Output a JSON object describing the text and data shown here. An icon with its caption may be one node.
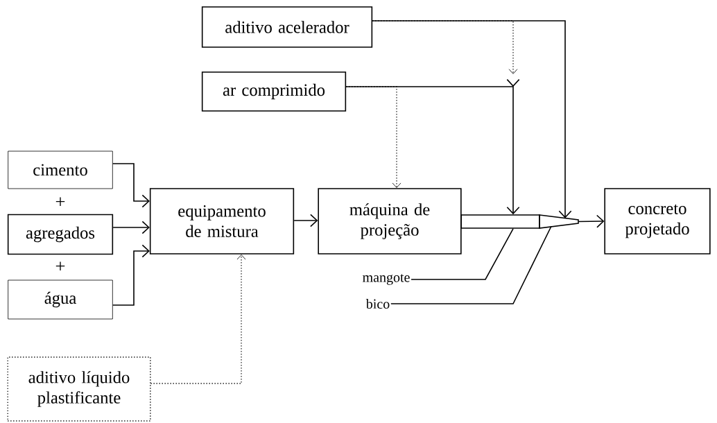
{
  "diagram": {
    "nodes": [
      {
        "text": [
          "aditivo acelerador"
        ]
      },
      {
        "text": [
          "ar comprimido"
        ]
      },
      {
        "text": [
          "cimento"
        ]
      },
      {
        "text": [
          "agregados"
        ]
      },
      {
        "text": [
          "água"
        ]
      },
      {
        "text": [
          "equipamento de mistura"
        ]
      },
      {
        "text": [
          "máquina de projeção"
        ]
      },
      {
        "text": [
          "concreto projetado"
        ]
      },
      {
        "text": [
          "aditivo líquido plastificante"
        ]
      },
      {
        "text": [],
        "shape": "bar"
      },
      {
        "text": [],
        "shape": "cone"
      },
      {
        "text": [
          "mangote"
        ]
      },
      {
        "text": [
          "bico"
        ]
      }
    ],
    "edges": [
      {
        "from": 2,
        "to": 5,
        "arrow": "to"
      },
      {
        "from": 3,
        "to": 5,
        "arrow": "to"
      },
      {
        "from": 4,
        "to": 5,
        "arrow": "to"
      },
      {
        "from": 8,
        "to": 5,
        "arrow": "to",
        "style": "dashed"
      },
      {
        "from": 5,
        "to": 6,
        "arrow": "to"
      },
      {
        "from": 1,
        "to": 6,
        "arrow": "to",
        "style": "dashed"
      },
      {
        "from": 1,
        "to": 9,
        "arrow": "to"
      },
      {
        "from": 0,
        "to": null,
        "arrow": "to",
        "style": "dashed"
      },
      {
        "from": 0,
        "to": 10,
        "arrow": "to"
      },
      {
        "from": 10,
        "to": 7,
        "arrow": "to"
      },
      {
        "from": 11,
        "to": 9,
        "arrow": "none"
      },
      {
        "from": 12,
        "to": 10,
        "arrow": "none"
      }
    ],
    "labels": [
      "+",
      "+"
    ]
  }
}
